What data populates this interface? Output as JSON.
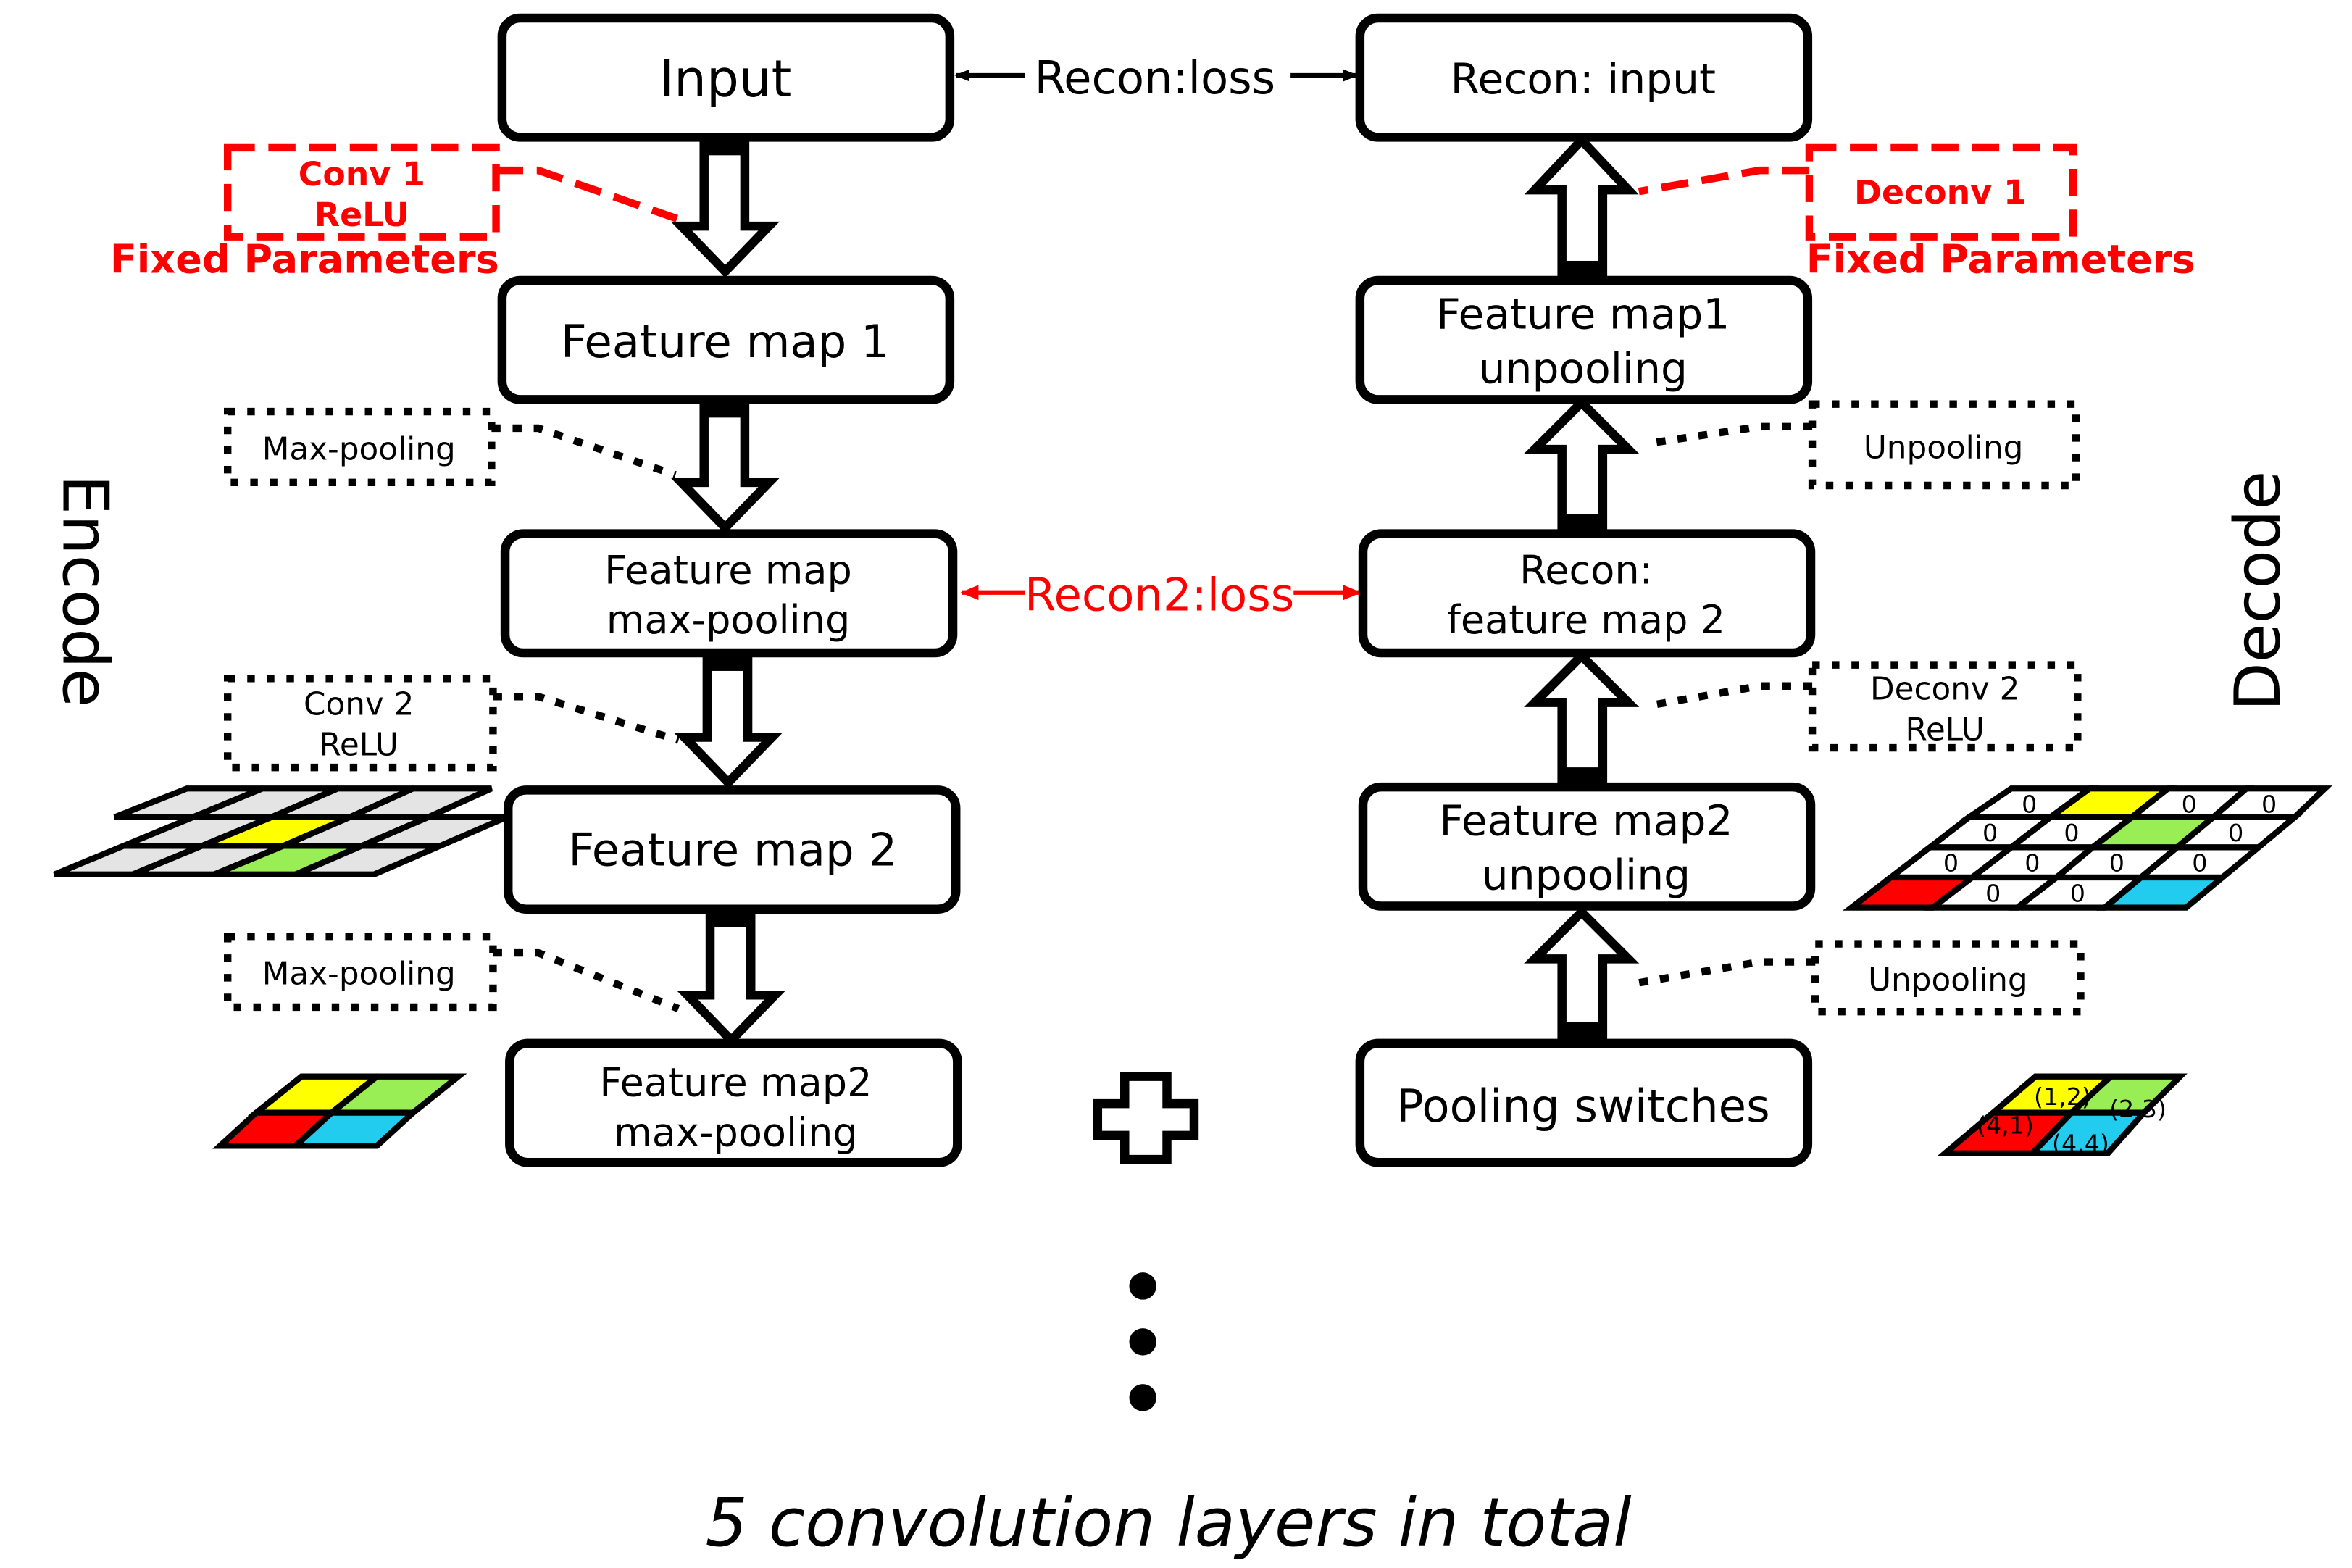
{
  "colors": {
    "accent_red": "#ff0000",
    "yellow": "#ffff00",
    "green": "#99ee55",
    "cyan": "#22ccee",
    "grey": "#e4e4e4"
  },
  "top": {
    "input": "Input",
    "recon_loss": "Recon:loss",
    "recon_input": "Recon: input"
  },
  "encode": {
    "side_label": "Encode",
    "conv1_line1": "Conv 1",
    "conv1_line2": "ReLU",
    "fixed_params": "Fixed Parameters",
    "fmap1": "Feature map 1",
    "maxpool1": "Max-pooling",
    "fmap_mp_line1": "Feature map",
    "fmap_mp_line2": "max-pooling",
    "conv2_line1": "Conv 2",
    "conv2_line2": "ReLU",
    "fmap2": "Feature map 2",
    "maxpool2": "Max-pooling",
    "fmap2_mp_line1": "Feature map2",
    "fmap2_mp_line2": "max-pooling"
  },
  "middle": {
    "recon2_loss": "Recon2:loss",
    "plus_icon": "plus-icon",
    "footer": "5 convolution layers in total"
  },
  "decode": {
    "side_label": "Decode",
    "deconv1": "Deconv 1",
    "fixed_params": "Fixed Parameters",
    "fmap1_unpool_line1": "Feature map1",
    "fmap1_unpool_line2": "unpooling",
    "unpool1": "Unpooling",
    "recon_fm2_line1": "Recon:",
    "recon_fm2_line2": "feature map 2",
    "deconv2_line1": "Deconv 2",
    "deconv2_line2": "ReLU",
    "fmap2_unpool_line1": "Feature map2",
    "fmap2_unpool_line2": "unpooling",
    "unpool2": "Unpooling",
    "pooling_switches": "Pooling switches"
  },
  "grids": {
    "zero": "0",
    "switch_12": "(1,2)",
    "switch_23": "(2,3)",
    "switch_41": "(4,1)",
    "switch_44": "(4,4)"
  }
}
